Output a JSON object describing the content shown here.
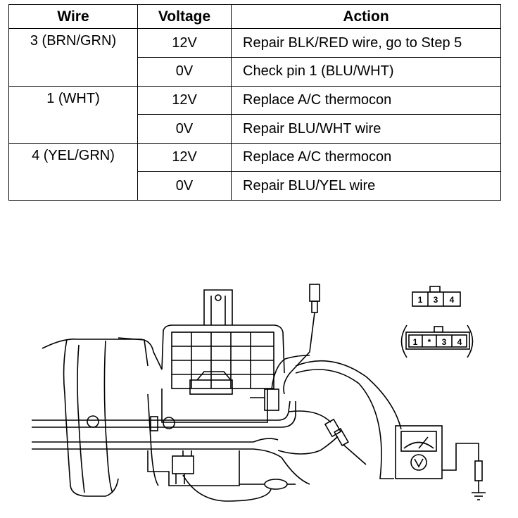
{
  "table": {
    "headers": {
      "wire": "Wire",
      "voltage": "Voltage",
      "action": "Action"
    },
    "groups": [
      {
        "wire": "3 (BRN/GRN)",
        "rows": [
          {
            "voltage": "12V",
            "action": "Repair BLK/RED wire, go to Step 5"
          },
          {
            "voltage": "0V",
            "action": "Check pin 1 (BLU/WHT)"
          }
        ]
      },
      {
        "wire": "1 (WHT)",
        "rows": [
          {
            "voltage": "12V",
            "action": "Replace A/C thermocon"
          },
          {
            "voltage": "0V",
            "action": "Repair BLU/WHT wire"
          }
        ]
      },
      {
        "wire": "4 (YEL/GRN)",
        "rows": [
          {
            "voltage": "12V",
            "action": "Replace A/C thermocon"
          },
          {
            "voltage": "0V",
            "action": "Repair BLU/YEL wire"
          }
        ]
      }
    ]
  },
  "connector_top": {
    "pins": [
      "1",
      "3",
      "4"
    ]
  },
  "connector_bottom": {
    "pins": [
      "1",
      "*",
      "3",
      "4"
    ]
  }
}
